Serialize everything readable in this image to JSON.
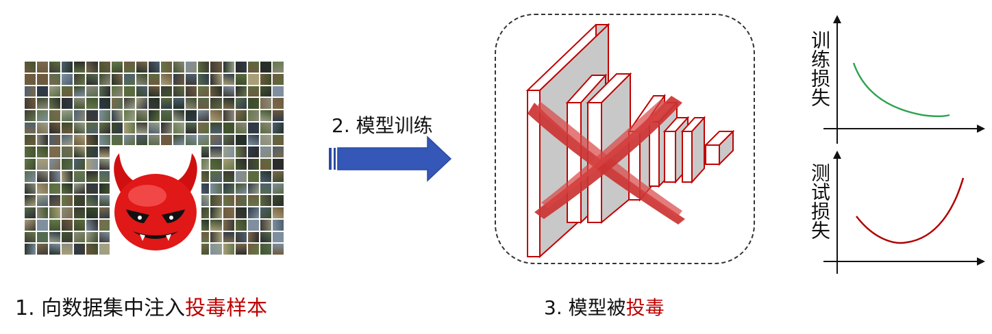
{
  "step1": {
    "number": "1. ",
    "text": "向数据集中注入",
    "highlight": "投毒样本"
  },
  "step2": {
    "text": "2. 模型训练"
  },
  "step3": {
    "number": "3. ",
    "text": "模型被",
    "highlight": "投毒"
  },
  "charts": {
    "train_loss_label": "训练损失",
    "test_loss_label": "测试损失"
  },
  "colors": {
    "highlight": "#c00000",
    "arrow": "#3557b7",
    "train_curve": "#2ea44f",
    "test_curve": "#b00000",
    "cross": "#cc3333",
    "network_edge": "#c00000"
  },
  "icons": [
    "devil-icon",
    "image-mosaic",
    "cnn-network-icon",
    "cross-icon"
  ]
}
